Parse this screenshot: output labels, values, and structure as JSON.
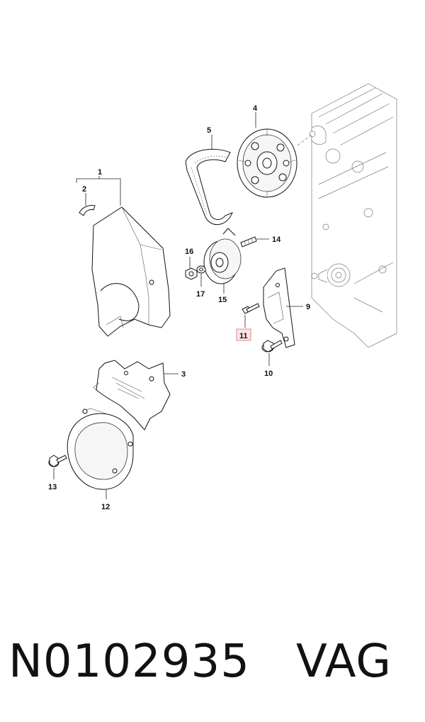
{
  "labels": {
    "l1": "1",
    "l2": "2",
    "l3": "3",
    "l4": "4",
    "l5": "5",
    "l9": "9",
    "l10": "10",
    "l11": "11",
    "l12": "12",
    "l13": "13",
    "l14": "14",
    "l15": "15",
    "l16": "16",
    "l17": "17"
  },
  "footer": {
    "part_number": "N0102935",
    "brand": "VAG"
  },
  "colors": {
    "highlight": "#fde4e4",
    "highlight_border": "#e08a8a"
  }
}
